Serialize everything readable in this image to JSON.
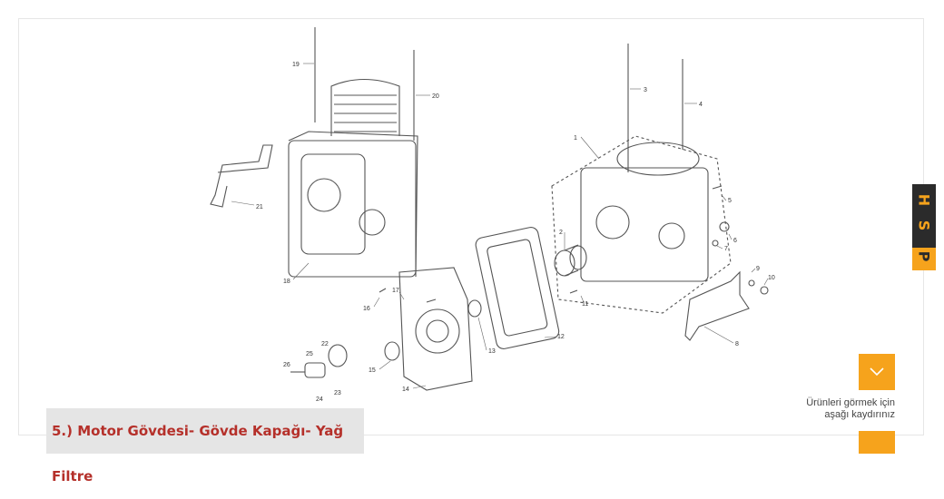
{
  "caption": "5.) Motor Gövdesi- Gövde Kapağı- Yağ Filtre",
  "scroll_hint": [
    "Ürünleri görmek için",
    "aşağı kaydırınız"
  ],
  "side_logo": {
    "letters": [
      "H",
      "S",
      "P"
    ],
    "colors": {
      "dark": "#2b2b2b",
      "accent": "#f6a31c"
    }
  },
  "icons": {
    "scroll_button": "chevron-down-icon"
  },
  "diagram": {
    "part_numbers": [
      "1",
      "2",
      "3",
      "4",
      "5",
      "6",
      "7",
      "8",
      "9",
      "10",
      "11",
      "12",
      "13",
      "14",
      "15",
      "16",
      "17",
      "18",
      "19",
      "20",
      "21",
      "22",
      "23",
      "24",
      "25",
      "26"
    ]
  },
  "colors": {
    "accent": "#f6a31c",
    "caption_text": "#b5302a",
    "caption_bg": "#e5e5e5"
  }
}
